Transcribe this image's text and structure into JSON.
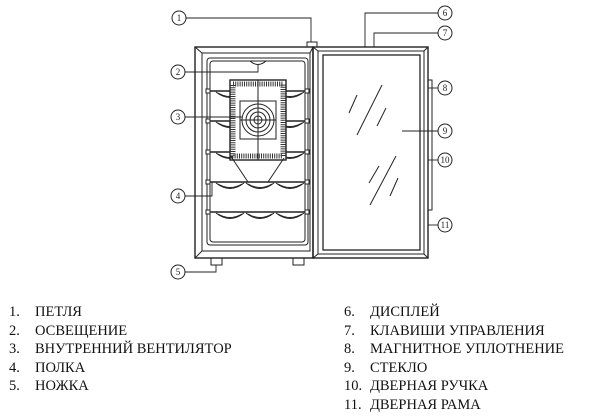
{
  "diagram": {
    "callouts": [
      "1",
      "2",
      "3",
      "4",
      "5",
      "6",
      "7",
      "8",
      "9",
      "10",
      "11"
    ]
  },
  "legend": {
    "left": [
      {
        "num": "1.",
        "label": "ПЕТЛЯ"
      },
      {
        "num": "2.",
        "label": "ОСВЕЩЕНИЕ"
      },
      {
        "num": "3.",
        "label": "ВНУТРЕННИЙ ВЕНТИЛЯТОР"
      },
      {
        "num": "4.",
        "label": "ПОЛКА"
      },
      {
        "num": "5.",
        "label": "НОЖКА"
      }
    ],
    "right": [
      {
        "num": "6.",
        "label": "ДИСПЛЕЙ"
      },
      {
        "num": "7.",
        "label": "КЛАВИШИ УПРАВЛЕНИЯ"
      },
      {
        "num": "8.",
        "label": "МАГНИТНОЕ УПЛОТНЕНИЕ"
      },
      {
        "num": "9.",
        "label": "СТЕКЛО"
      },
      {
        "num": "10.",
        "label": "ДВЕРНАЯ РУЧКА"
      },
      {
        "num": "11.",
        "label": "ДВЕРНАЯ РАМА"
      }
    ]
  }
}
